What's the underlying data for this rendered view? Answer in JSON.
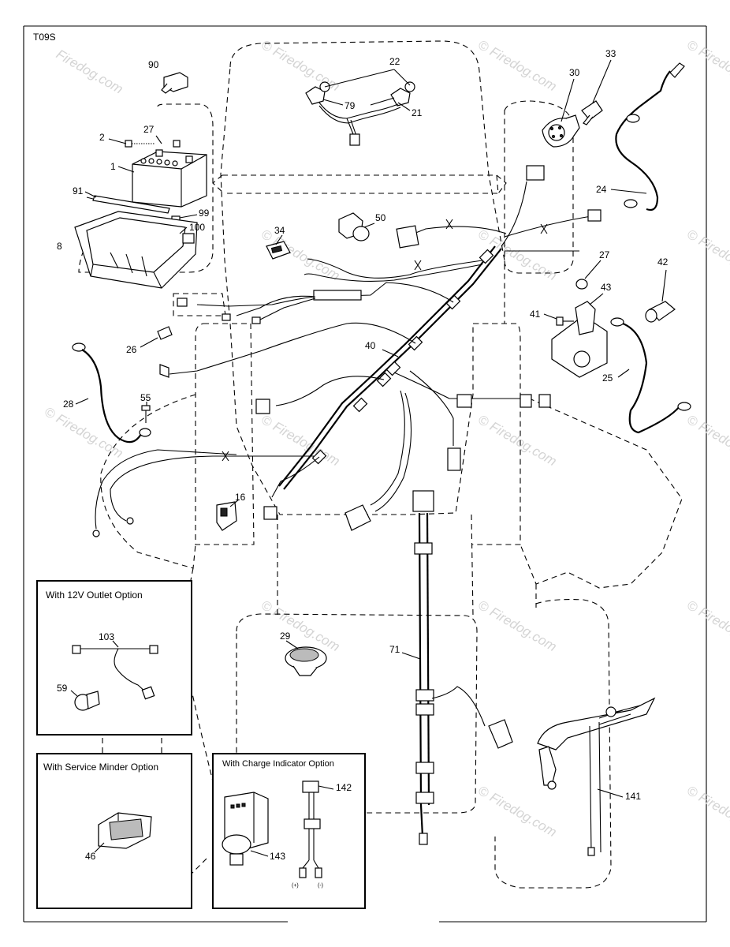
{
  "diagram_code": "T09S",
  "watermarks": [
    "Firedog.com",
    "© Firedog.com"
  ],
  "part_numbers": {
    "p1": "1",
    "p2": "2",
    "p8": "8",
    "p16": "16",
    "p21": "21",
    "p22": "22",
    "p24": "24",
    "p25": "25",
    "p26": "26",
    "p27a": "27",
    "p27b": "27",
    "p28": "28",
    "p29": "29",
    "p30": "30",
    "p33": "33",
    "p34": "34",
    "p40": "40",
    "p41": "41",
    "p42": "42",
    "p43": "43",
    "p46": "46",
    "p50": "50",
    "p55": "55",
    "p59": "59",
    "p71": "71",
    "p79": "79",
    "p90": "90",
    "p91": "91",
    "p99": "99",
    "p100": "100",
    "p103": "103",
    "p141": "141",
    "p142": "142",
    "p143": "143"
  },
  "insets": {
    "outlet_title": "With 12V Outlet Option",
    "service_title": "With Service Minder Option",
    "charge_title": "With Charge Indicator Option",
    "plus_label": "(+)",
    "minus_label": "(-)"
  }
}
